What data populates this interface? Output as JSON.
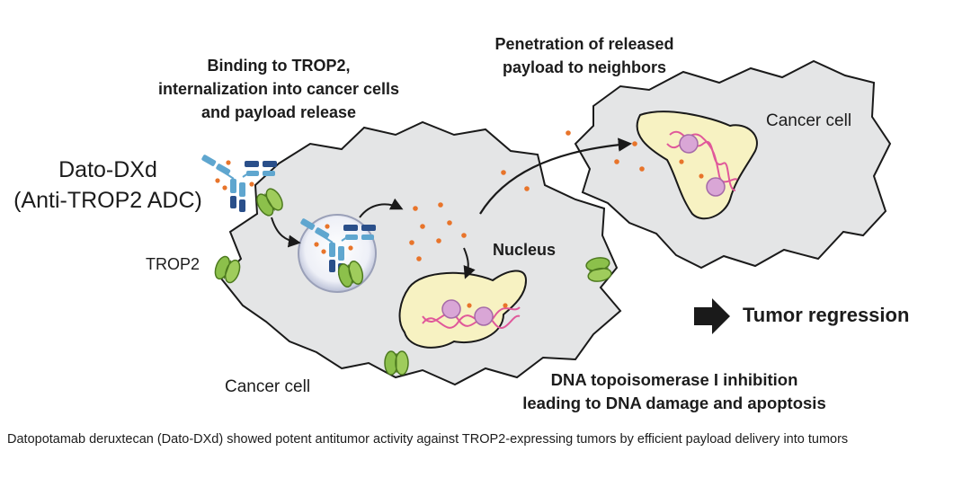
{
  "labels": {
    "binding_line1": "Binding to TROP2,",
    "binding_line2": "internalization into cancer cells",
    "binding_line3": "and payload release",
    "penetration_line1": "Penetration of released",
    "penetration_line2": "payload to neighbors",
    "drug_line1": "Dato-DXd",
    "drug_line2": "(Anti-TROP2 ADC)",
    "trop2": "TROP2",
    "nucleus": "Nucleus",
    "cancer_cell_right": "Cancer cell",
    "cancer_cell_bottom": "Cancer cell",
    "tumor_regression": "Tumor regression",
    "dna_line1": "DNA topoisomerase I inhibition",
    "dna_line2": "leading to DNA damage and apoptosis"
  },
  "caption": "Datopotamab deruxtecan (Dato-DXd) showed potent antitumor activity against TROP2-expressing tumors by efficient payload delivery into tumors",
  "colors": {
    "cell_fill": "#e4e5e6",
    "cell_outline": "#1a1a1a",
    "nucleus_fill": "#f7f2c2",
    "payload_dot": "#e8742a",
    "dna_strand": "#e0589a",
    "topo_enzyme": "#d9a6d6",
    "trop2_green": "#8cc04b",
    "antibody_light": "#5fa6cf",
    "antibody_dark": "#2a4f8a",
    "arrow": "#1a1a1a"
  },
  "icons": [
    "antibody-icon",
    "trop2-receptor-icon",
    "endosome-icon",
    "dna-helix-icon",
    "topoisomerase-icon",
    "right-arrow-icon"
  ]
}
